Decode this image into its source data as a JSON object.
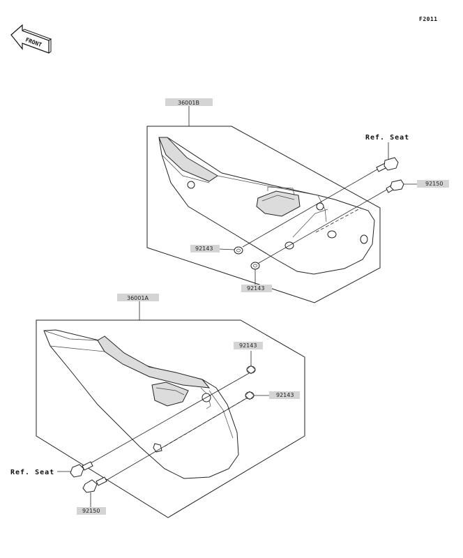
{
  "figure_id": "F2011",
  "front_indicator": "FRONT",
  "ref_seat_top": "Ref. Seat",
  "ref_seat_bottom": "Ref. Seat",
  "parts": {
    "upper_cover": "36001B",
    "lower_cover": "36001A",
    "bolt_upper": "92150",
    "bolt_lower": "92150",
    "washer_upper_left": "92143",
    "washer_upper_bottom": "92143",
    "washer_lower_top": "92143",
    "washer_lower_right": "92143"
  },
  "colors": {
    "line": "#222222",
    "label_tag": "#d4d4d4",
    "shading": "#dcdcdc"
  }
}
